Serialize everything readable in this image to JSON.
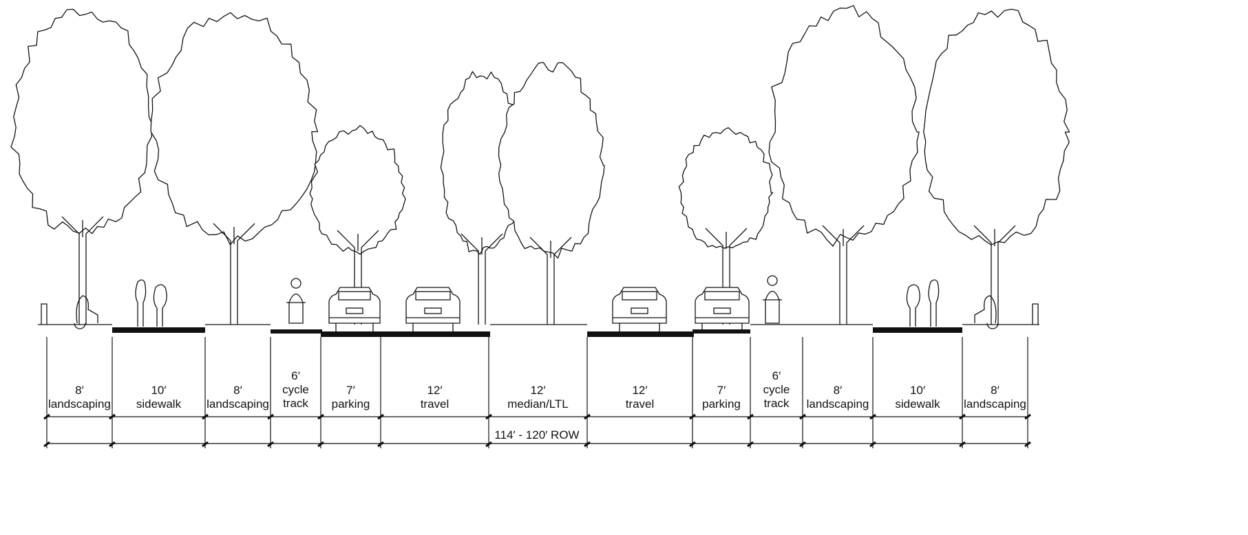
{
  "title": "Street cross-section",
  "segments": [
    {
      "id": "landscaping-left-outer",
      "lines": [
        "8′",
        "landscaping"
      ]
    },
    {
      "id": "sidewalk-left",
      "lines": [
        "10′",
        "sidewalk"
      ]
    },
    {
      "id": "landscaping-left-inner",
      "lines": [
        "8′",
        "landscaping"
      ]
    },
    {
      "id": "cycle-track-left",
      "lines": [
        "6′",
        "cycle",
        "track"
      ]
    },
    {
      "id": "parking-left",
      "lines": [
        "7′",
        "parking"
      ]
    },
    {
      "id": "travel-left",
      "lines": [
        "12′",
        "travel"
      ]
    },
    {
      "id": "median",
      "lines": [
        "12′",
        "median/LTL"
      ]
    },
    {
      "id": "travel-right",
      "lines": [
        "12′",
        "travel"
      ]
    },
    {
      "id": "parking-right",
      "lines": [
        "7′",
        "parking"
      ]
    },
    {
      "id": "cycle-track-right",
      "lines": [
        "6′",
        "cycle",
        "track"
      ]
    },
    {
      "id": "landscaping-right-inner",
      "lines": [
        "8′",
        "landscaping"
      ]
    },
    {
      "id": "sidewalk-right",
      "lines": [
        "10′",
        "sidewalk"
      ]
    },
    {
      "id": "landscaping-right-outer",
      "lines": [
        "8′",
        "landscaping"
      ]
    }
  ],
  "row_label": "114′ - 120′ ROW"
}
